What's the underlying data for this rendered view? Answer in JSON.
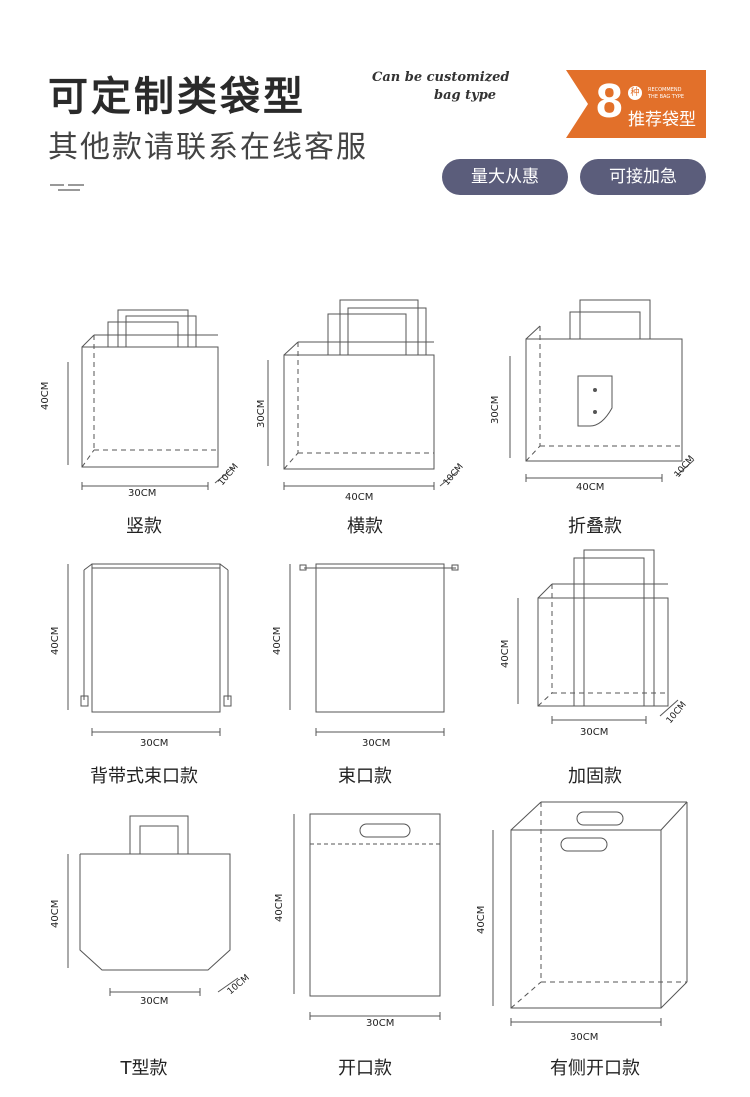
{
  "header": {
    "title": "可定制类袋型",
    "subtitle": "其他款请联系在线客服",
    "en_line1": "Can be customized",
    "en_line2": "bag type"
  },
  "badge": {
    "number": "8",
    "unit": "种",
    "en_line1": "RECOMMEND",
    "en_line2": "THE BAG TYPE",
    "text": "推荐袋型",
    "color": "#e2702a"
  },
  "pills": [
    {
      "label": "量大从惠"
    },
    {
      "label": "可接加急"
    }
  ],
  "pill_color": "#5b5d7b",
  "bags": [
    {
      "name": "竖款",
      "height": "40CM",
      "width": "30CM",
      "depth": "10CM"
    },
    {
      "name": "横款",
      "height": "30CM",
      "width": "40CM",
      "depth": "10CM"
    },
    {
      "name": "折叠款",
      "height": "30CM",
      "width": "40CM",
      "depth": "10CM"
    },
    {
      "name": "背带式束口款",
      "height": "40CM",
      "width": "30CM"
    },
    {
      "name": "束口款",
      "height": "40CM",
      "width": "30CM"
    },
    {
      "name": "加固款",
      "height": "40CM",
      "width": "30CM",
      "depth": "10CM"
    },
    {
      "name": "T型款",
      "height": "40CM",
      "width": "30CM",
      "depth": "10CM"
    },
    {
      "name": "开口款",
      "height": "40CM",
      "width": "30CM"
    },
    {
      "name": "有侧开口款",
      "height": "40CM",
      "width": "30CM"
    }
  ]
}
